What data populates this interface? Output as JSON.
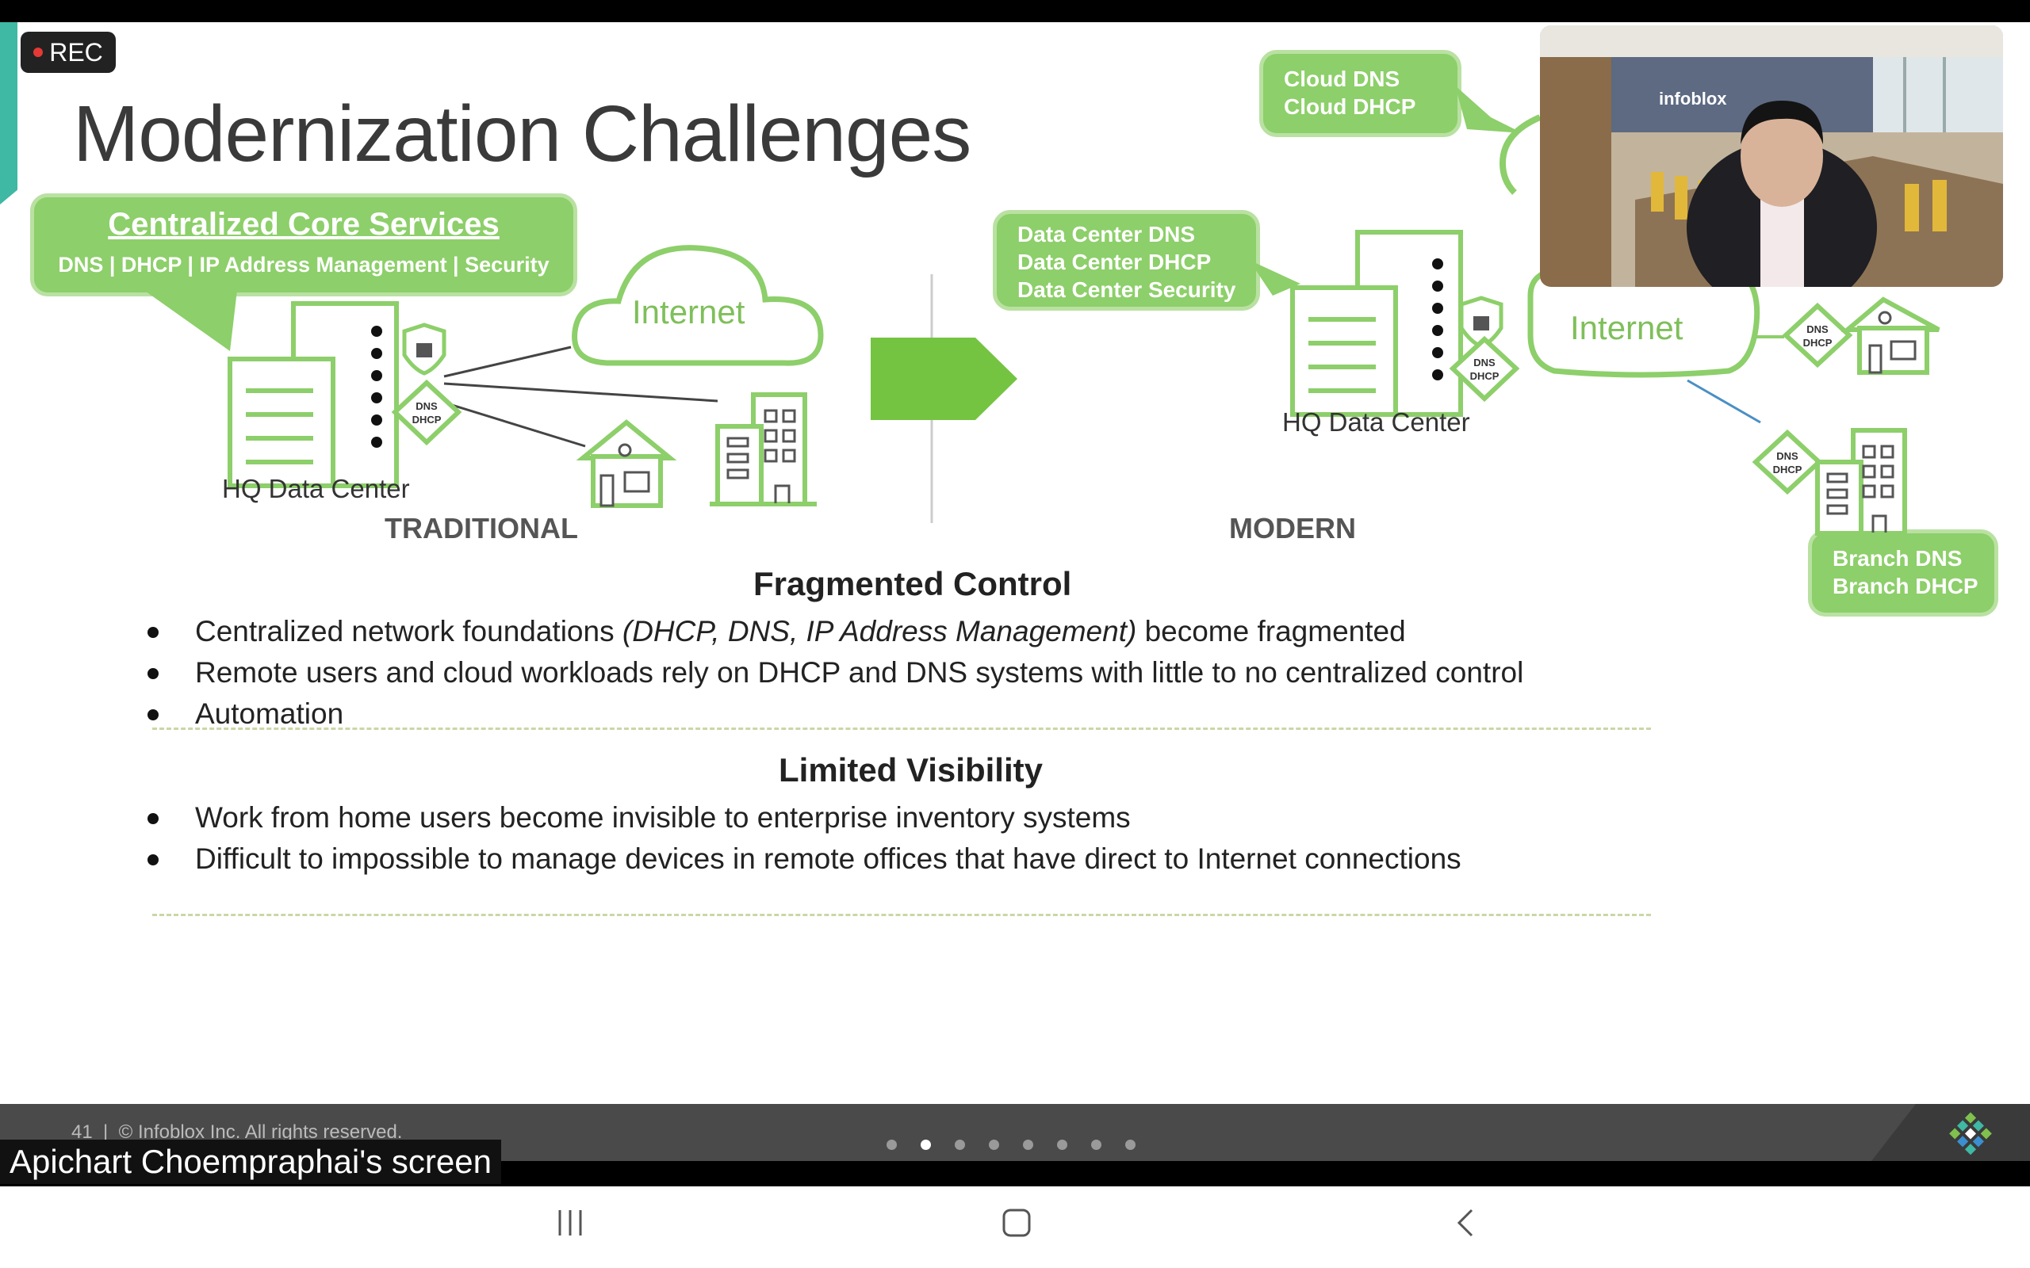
{
  "recording": {
    "label": "REC"
  },
  "slide": {
    "title": "Modernization Challenges",
    "traditional": {
      "callout_title": "Centralized Core Services",
      "callout_sub": "DNS | DHCP | IP Address Management | Security",
      "internet_label": "Internet",
      "hq_label": "HQ Data Center",
      "section_label": "TRADITIONAL",
      "badge_line1": "DNS",
      "badge_line2": "DHCP"
    },
    "modern": {
      "cloud_callout": [
        "Cloud  DNS",
        "Cloud DHCP"
      ],
      "dc_callout": [
        "Data Center  DNS",
        "Data Center DHCP",
        "Data Center Security"
      ],
      "internet_label": "Internet",
      "hq_label": "HQ Data Center",
      "section_label": "MODERN",
      "branch_callout": [
        "Branch  DNS",
        "Branch DHCP"
      ],
      "badge_line1": "DNS",
      "badge_line2": "DHCP"
    },
    "fragmented": {
      "heading": "Fragmented Control",
      "bullets": [
        "Centralized network foundations ",
        "Remote users and cloud workloads rely on DHCP and DNS systems with little to no centralized control",
        "Automation"
      ],
      "bullet1_italic": "(DHCP, DNS, IP Address Management)",
      "bullet1_tail": " become fragmented"
    },
    "visibility": {
      "heading": "Limited Visibility",
      "bullets": [
        "Work from home users become invisible to enterprise inventory systems",
        "Difficult to impossible to manage devices in remote offices that have direct to Internet connections"
      ]
    },
    "footer": {
      "page": "41",
      "copyright": "© Infoblox Inc. All rights reserved."
    },
    "pager": {
      "count": 8,
      "active_index": 1
    }
  },
  "webcam": {
    "sign_text": "infoblox"
  },
  "screen_label": "Apichart Choempraphai's screen",
  "colors": {
    "green": "#8dcf6a",
    "green_light": "#b9e1a1",
    "accent": "#3fb8a4",
    "arrow": "#74c442"
  }
}
